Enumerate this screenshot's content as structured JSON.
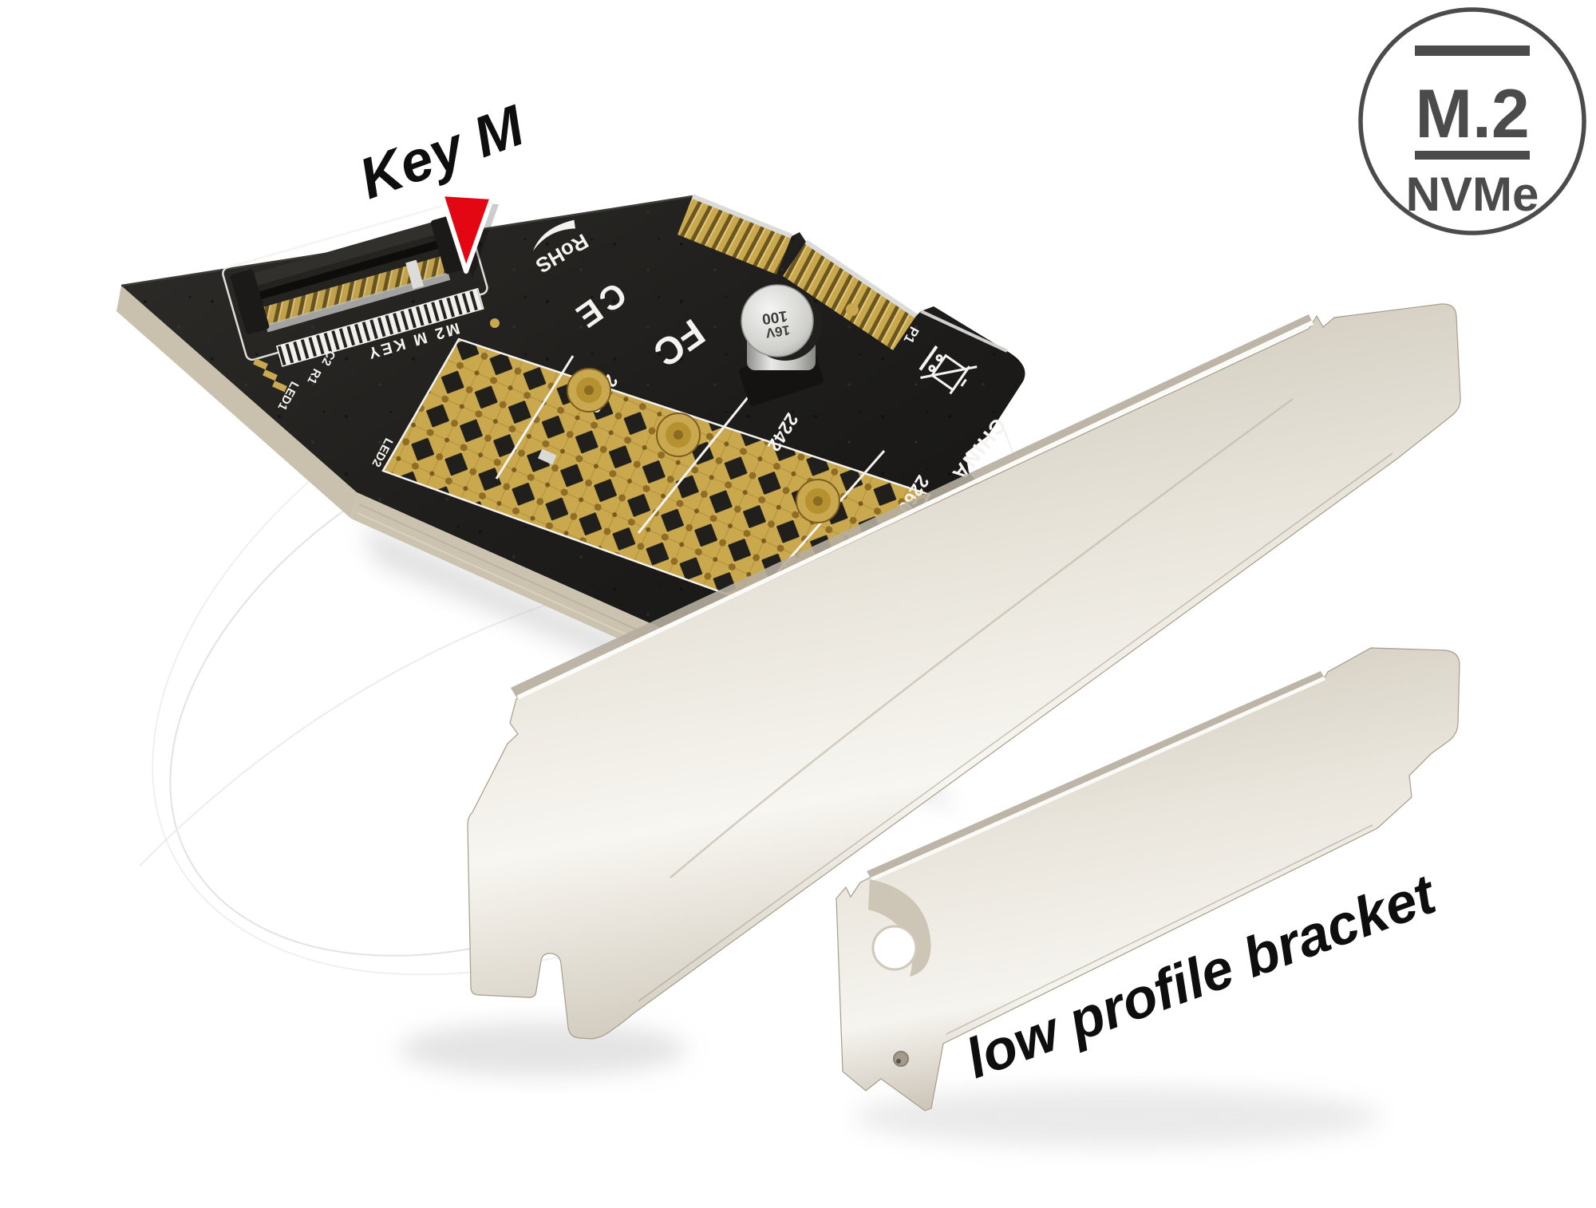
{
  "colors": {
    "red": "#e30613",
    "badge": "#4b4b4b",
    "gold": "#c9a84e",
    "goldDark": "#6b5620",
    "pcb": "#1e1d1b",
    "silk": "#f4f3f0",
    "bracket": "#d9d2c5",
    "tan": "#c9c0ad"
  },
  "badge": {
    "title": "M.2",
    "subtitle": "NVMe"
  },
  "annotations": {
    "key_m": "Key M",
    "low_profile": "low profile bracket"
  },
  "pcb": {
    "socket_label": "M2 M KEY",
    "size_labels": [
      "2230",
      "2242",
      "2260"
    ],
    "silkscreen": {
      "rohs": "RoHS",
      "fcc": "FC",
      "ce": "CE",
      "china": "CHINA",
      "p1": "P1",
      "led1": "LED1",
      "led2": "LED2",
      "r1": "R1",
      "c2": "C2"
    },
    "capacitor": {
      "value": "100",
      "voltage": "16V"
    }
  }
}
